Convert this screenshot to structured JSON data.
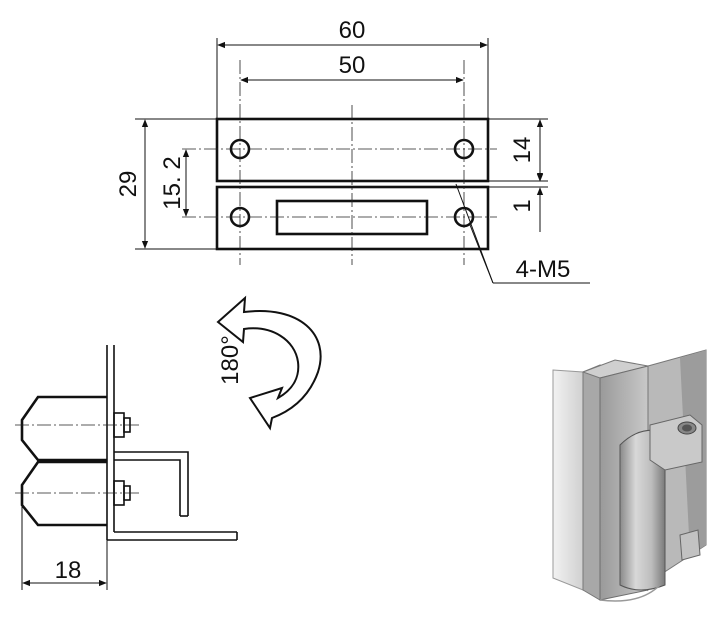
{
  "dimensions": {
    "overall_width": "60",
    "hole_spacing": "50",
    "overall_height": "29",
    "hole_vertical": "15. 2",
    "leaf_height": "14",
    "gap": "1",
    "screw_spec": "4-M5",
    "rotation": "180°",
    "depth": "18"
  },
  "colors": {
    "line": "#111111",
    "photo_light": "#d7d7d7",
    "photo_mid": "#a9a9a9",
    "photo_dark": "#6e6e6e"
  }
}
